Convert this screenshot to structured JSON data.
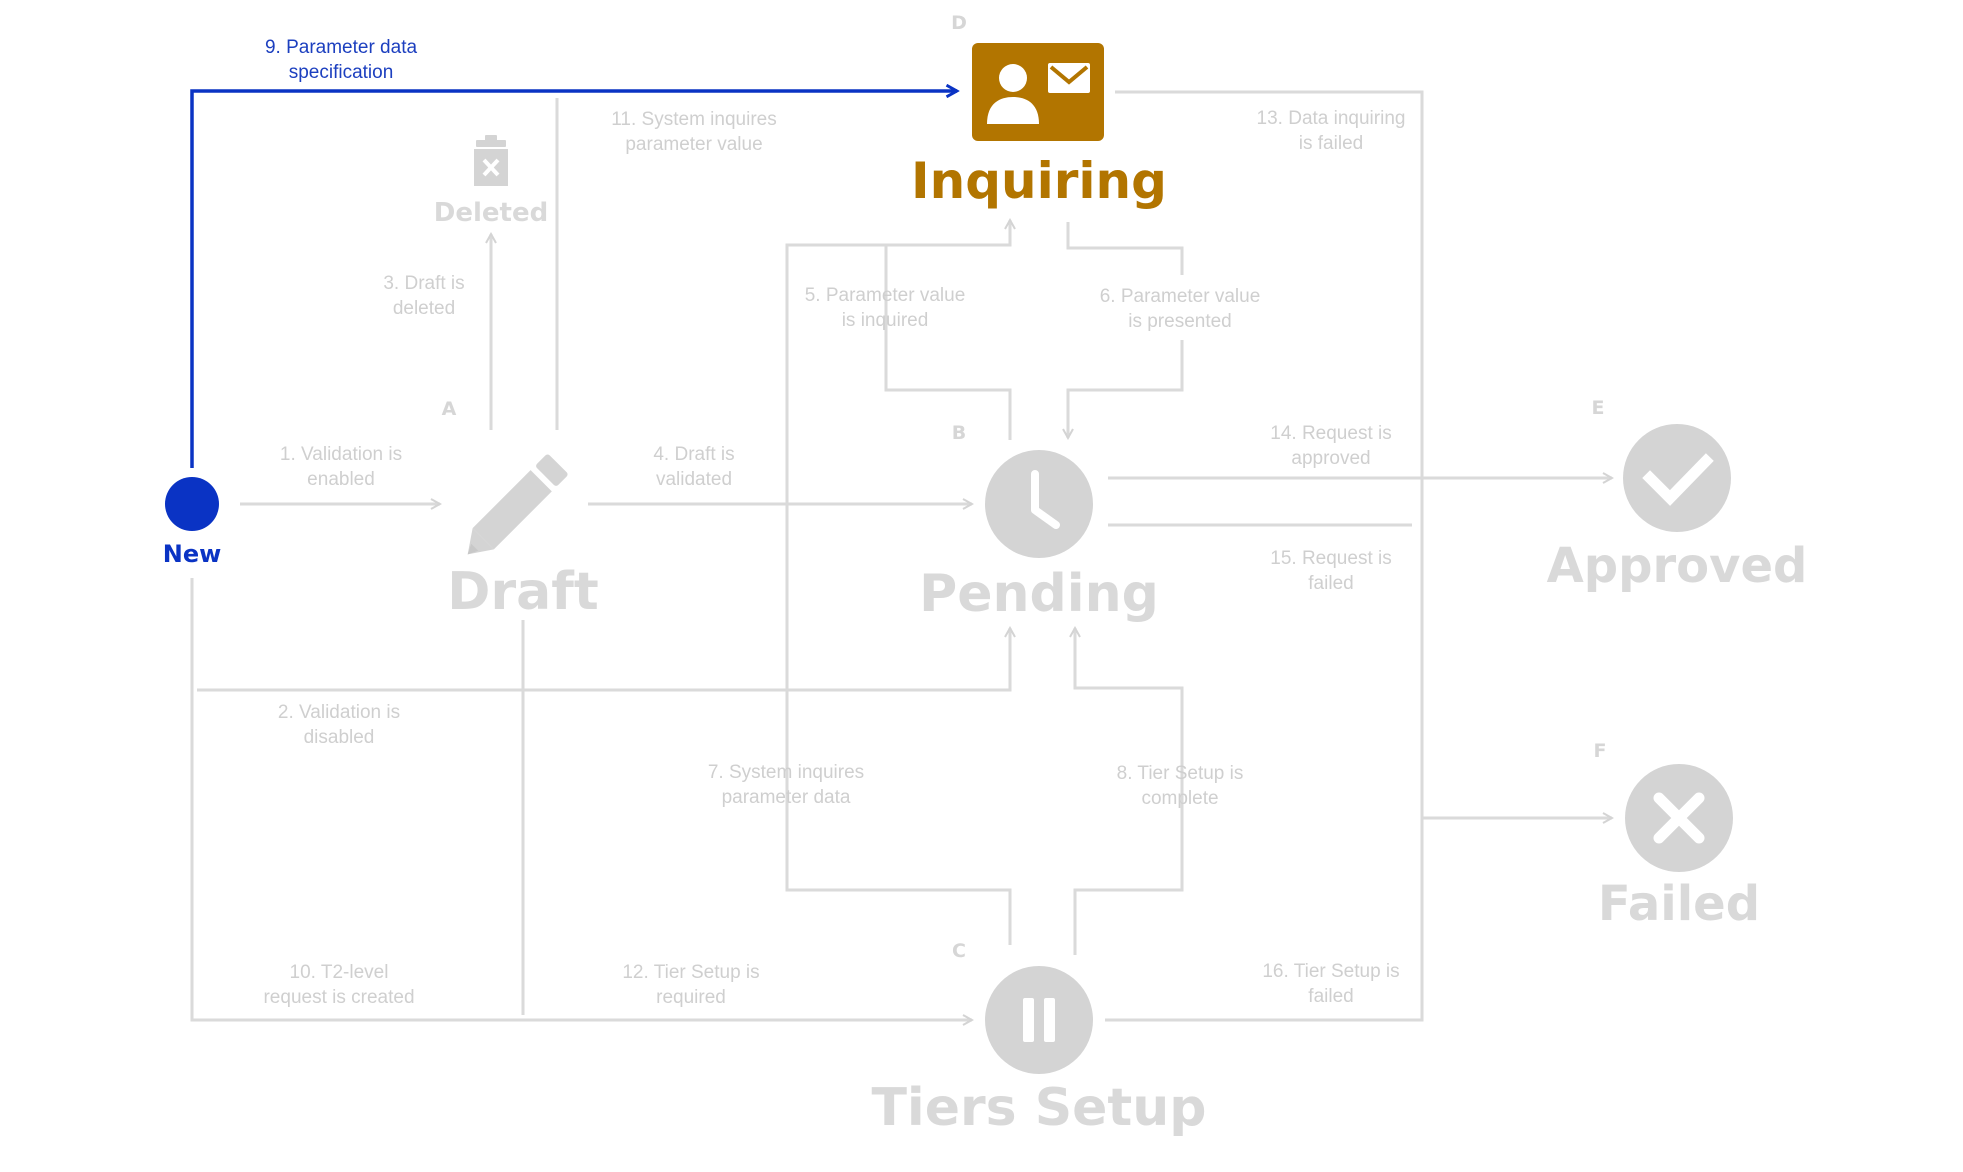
{
  "colors": {
    "active_blue": "#0a33c4",
    "inquiring_gold": "#b27500",
    "inactive_gray": "#d9d9d9",
    "line_gray": "#dadada"
  },
  "states": {
    "new": "New",
    "deleted": "Deleted",
    "draft": "Draft",
    "pending": "Pending",
    "inquiring": "Inquiring",
    "approved": "Approved",
    "failed": "Failed",
    "tiers_setup": "Tiers Setup"
  },
  "letters": {
    "a": "A",
    "b": "B",
    "c": "C",
    "d": "D",
    "e": "E",
    "f": "F"
  },
  "transitions": {
    "t1": "1. Validation is\nenabled",
    "t2": "2. Validation is\ndisabled",
    "t3": "3. Draft is\ndeleted",
    "t4": "4. Draft is\nvalidated",
    "t5": "5. Parameter value\nis inquired",
    "t6": "6. Parameter value\nis presented",
    "t7": "7. System inquires\nparameter data",
    "t8": "8. Tier Setup is\ncomplete",
    "t9": "9. Parameter data\nspecification",
    "t10": "10. T2-level\nrequest is created",
    "t11": "11. System inquires\nparameter value",
    "t12": "12. Tier Setup is\nrequired",
    "t13": "13. Data inquiring\nis failed",
    "t14": "14. Request is\napproved",
    "t15": "15. Request is\nfailed",
    "t16": "16. Tier Setup is\nfailed"
  },
  "icons": {
    "new": "filled-circle-icon",
    "deleted": "trash-can-icon",
    "draft": "pencil-icon",
    "pending": "clock-icon",
    "inquiring": "contact-card-mail-icon",
    "approved": "check-circle-icon",
    "failed": "x-circle-icon",
    "tiers_setup": "pause-circle-icon"
  }
}
